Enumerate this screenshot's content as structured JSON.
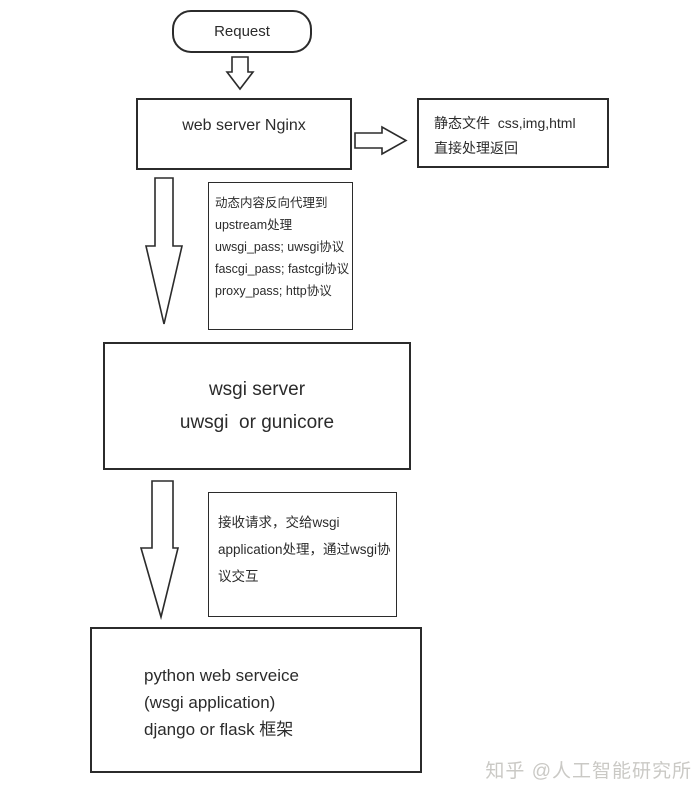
{
  "colors": {
    "background": "#ffffff",
    "line": "#2b2b2b",
    "text": "#2b2b2b",
    "watermark": "#cac9c5"
  },
  "nodes": {
    "request": {
      "label": "Request"
    },
    "nginx": {
      "label": "web server Nginx"
    },
    "static_files": {
      "line1": "静态文件  css,img,html",
      "line2": "直接处理返回"
    },
    "proxy_note": {
      "line1": "动态内容反向代理到",
      "line2": "upstream处理",
      "line3": "uwsgi_pass; uwsgi协议",
      "line4": "fascgi_pass; fastcgi协议",
      "line5": "proxy_pass; http协议"
    },
    "wsgi_server": {
      "line1": "wsgi server",
      "line2": "uwsgi  or gunicore"
    },
    "wsgi_note": {
      "line1": "接收请求，交给wsgi",
      "line2": "application处理，通过wsgi协",
      "line3": "议交互"
    },
    "python_service": {
      "line1": "python web serveice",
      "line2": "(wsgi application)",
      "line3": "django or flask 框架"
    }
  },
  "arrows": [
    {
      "name": "request-to-nginx",
      "direction": "down"
    },
    {
      "name": "nginx-to-static",
      "direction": "right"
    },
    {
      "name": "nginx-to-wsgi",
      "direction": "down"
    },
    {
      "name": "wsgi-to-python",
      "direction": "down"
    }
  ],
  "watermark": {
    "text": "知乎 @人工智能研究所"
  }
}
